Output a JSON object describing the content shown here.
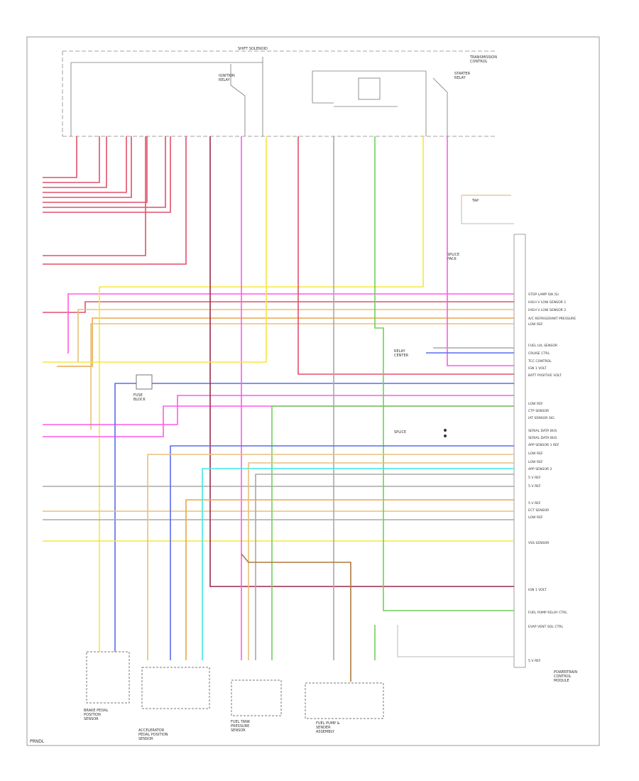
{
  "wire_colors": {
    "pink_red": "#e0506a",
    "pink": "#ff5ae8",
    "yellow": "#f5e642",
    "blue": "#5a6cf0",
    "green": "#6fd05a",
    "cyan": "#3fe8e8",
    "tan": "#e8c07a",
    "orange": "#e8a64a",
    "gray": "#a8a8a8",
    "maroon": "#9a2a4a",
    "brown": "#b07840"
  },
  "page": {
    "footer": "PRNDL"
  },
  "top_relays": {
    "left_label": "IGNITION\nRELAY",
    "mid_label": "SHIFT SOLENOID",
    "right_label": "STARTER\nRELAY"
  },
  "side_notes": {
    "transmission": "TRANSMISSION\nCONTROL",
    "pcm": "POWERTRAIN\nCONTROL\nMODULE",
    "tap": "TAP",
    "harness": "SPLICE\nPACK"
  },
  "pin_labels": [
    "STOP LAMP SW (S)",
    "HIGH V LOW SENSOR 1",
    "HIGH V LOW SENSOR 2",
    "A/C REFRIGERANT PRESSURE",
    "LOW REF",
    "FUEL LVL SENSOR",
    "CRUISE CTRL",
    "TCC CONTROL",
    "IGN 1 VOLT",
    "BATT POSITIVE VOLT",
    "LOW REF",
    "CTP SENSOR",
    "IAT SENSOR SIG",
    "SERIAL DATA BUS",
    "SERIAL DATA BUS",
    "APP SENSOR 1 REF",
    "LOW REF",
    "LOW REF",
    "APP SENSOR 2",
    "5 V REF",
    "5 V REF",
    "5 V REF",
    "ECT SENSOR",
    "LOW REF",
    "VSS SENSOR",
    "IGN 1 VOLT",
    "FUEL PUMP RELAY CTRL",
    "EVAP VENT SOL CTRL",
    "5 V REF"
  ],
  "bottom_components": {
    "brake": "BRAKE PEDAL\nPOSITION\nSENSOR",
    "accel": "ACCELERATOR\nPEDAL POSITION\nSENSOR",
    "fuel_tank": "FUEL TANK\nPRESSURE\nSENSOR",
    "fuel_pump": "FUEL PUMP &\nSENDER\nASSEMBLY"
  },
  "mid_components": {
    "fuse": "FUSE\nBLOCK",
    "relay": "RELAY\nCENTER",
    "splice": "SPLICE"
  }
}
